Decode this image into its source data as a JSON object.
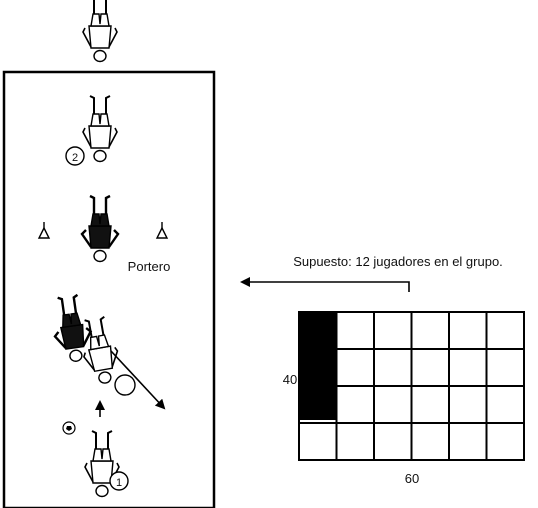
{
  "diagram": {
    "note": "Supuesto: 12 jugadores en el grupo.",
    "goalkeeper_label": "Portero",
    "player_markers": [
      "1",
      "2"
    ],
    "grid": {
      "cols": 6,
      "rows": 4,
      "shaded_column": 1,
      "width_label": "60",
      "height_label": "40"
    }
  }
}
